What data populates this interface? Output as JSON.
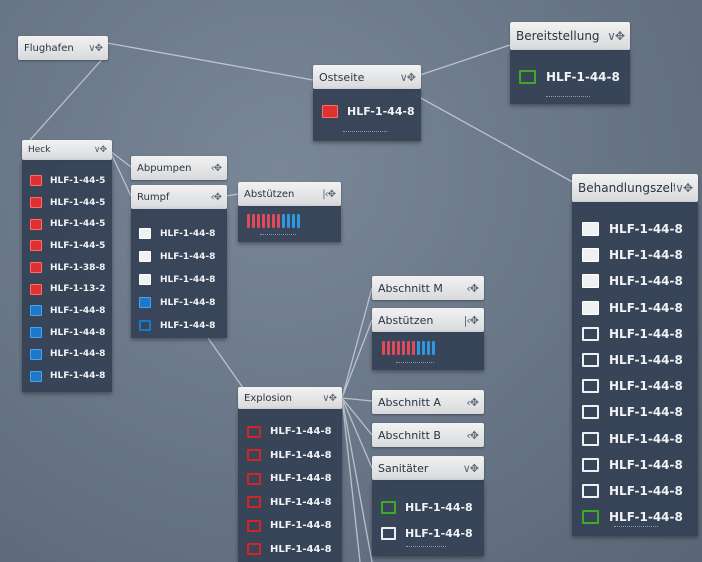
{
  "nodes": {
    "flughafen": {
      "title": "Flughafen",
      "controls": "∨✥"
    },
    "ostseite": {
      "title": "Ostseite",
      "controls": "∨✥",
      "unit": {
        "label": "HLF-1-44-8",
        "status": "solid-red"
      }
    },
    "bereitstellung": {
      "title": "Bereitstellung",
      "controls": "∨✥",
      "unit": {
        "label": "HLF-1-44-8",
        "status": "outline-green"
      }
    },
    "heck": {
      "title": "Heck",
      "controls": "∨✥",
      "units": [
        {
          "label": "HLF-1-44-5",
          "status": "solid-red"
        },
        {
          "label": "HLF-1-44-5",
          "status": "solid-red"
        },
        {
          "label": "HLF-1-44-5",
          "status": "solid-red"
        },
        {
          "label": "HLF-1-44-5",
          "status": "solid-red"
        },
        {
          "label": "HLF-1-38-8",
          "status": "solid-red"
        },
        {
          "label": "HLF-1-13-2",
          "status": "solid-red"
        },
        {
          "label": "HLF-1-44-8",
          "status": "solid-blue"
        },
        {
          "label": "HLF-1-44-8",
          "status": "solid-blue"
        },
        {
          "label": "HLF-1-44-8",
          "status": "solid-blue"
        },
        {
          "label": "HLF-1-44-8",
          "status": "solid-blue"
        }
      ]
    },
    "abpumpen": {
      "title": "Abpumpen",
      "controls": "‹✥"
    },
    "rumpf": {
      "title": "Rumpf",
      "controls": "‹✥",
      "units": [
        {
          "label": "HLF-1-44-8",
          "status": "solid-white"
        },
        {
          "label": "HLF-1-44-8",
          "status": "solid-white"
        },
        {
          "label": "HLF-1-44-8",
          "status": "solid-white"
        },
        {
          "label": "HLF-1-44-8",
          "status": "solid-blue"
        },
        {
          "label": "HLF-1-44-8",
          "status": "outline-blue"
        }
      ]
    },
    "abstuetzen1": {
      "title": "Abstützen",
      "controls": "|‹✥"
    },
    "behandlungszelt": {
      "title": "Behandlungszelt",
      "controls": "∨✥",
      "units": [
        {
          "label": "HLF-1-44-8",
          "status": "solid-white"
        },
        {
          "label": "HLF-1-44-8",
          "status": "solid-white"
        },
        {
          "label": "HLF-1-44-8",
          "status": "solid-white"
        },
        {
          "label": "HLF-1-44-8",
          "status": "solid-white"
        },
        {
          "label": "HLF-1-44-8",
          "status": "outline-white"
        },
        {
          "label": "HLF-1-44-8",
          "status": "outline-white"
        },
        {
          "label": "HLF-1-44-8",
          "status": "outline-white"
        },
        {
          "label": "HLF-1-44-8",
          "status": "outline-white"
        },
        {
          "label": "HLF-1-44-8",
          "status": "outline-white"
        },
        {
          "label": "HLF-1-44-8",
          "status": "outline-white"
        },
        {
          "label": "HLF-1-44-8",
          "status": "outline-white"
        },
        {
          "label": "HLF-1-44-8",
          "status": "outline-green"
        }
      ]
    },
    "abschnitt_m": {
      "title": "Abschnitt M",
      "controls": "‹✥"
    },
    "abstuetzen2": {
      "title": "Abstützen",
      "controls": "|‹✥"
    },
    "abschnitt_a": {
      "title": "Abschnitt A",
      "controls": "‹✥"
    },
    "abschnitt_b": {
      "title": "Abschnitt B",
      "controls": "‹✥"
    },
    "sanitaeter": {
      "title": "Sanitäter",
      "controls": "∨✥",
      "units": [
        {
          "label": "HLF-1-44-8",
          "status": "outline-green"
        },
        {
          "label": "HLF-1-44-8",
          "status": "outline-white"
        }
      ]
    },
    "explosion": {
      "title": "Explosion",
      "controls": "∨✥",
      "units": [
        {
          "label": "HLF-1-44-8",
          "status": "outline-red"
        },
        {
          "label": "HLF-1-44-8",
          "status": "outline-red"
        },
        {
          "label": "HLF-1-44-8",
          "status": "outline-red"
        },
        {
          "label": "HLF-1-44-8",
          "status": "outline-red"
        },
        {
          "label": "HLF-1-44-8",
          "status": "outline-red"
        },
        {
          "label": "HLF-1-44-8",
          "status": "outline-red"
        }
      ]
    }
  },
  "colors": {
    "status_red": "#e03131",
    "status_blue": "#1c78c8",
    "status_white": "#eef0f2",
    "status_green": "#3faa25",
    "panel": "#344054",
    "header": "#e6e7e9"
  }
}
